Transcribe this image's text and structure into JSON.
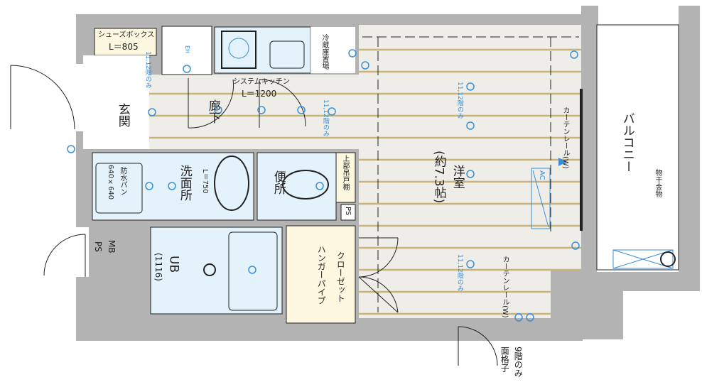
{
  "rooms": {
    "western_room": {
      "name": "洋室",
      "size": "(約7.3帖)"
    },
    "corridor": "廊下",
    "entrance": "玄関",
    "washroom": "洗面所",
    "toilet": "便所",
    "unit_bath": {
      "name": "UB",
      "size": "(1116)"
    },
    "closet": "クローゼット",
    "hanger_pipe": "ハンガーパイプ",
    "balcony": "バルコニー",
    "mb_ps": {
      "mb": "MB",
      "ps": "PS"
    },
    "ps": "PS"
  },
  "fixtures": {
    "shoe_box": {
      "name": "シューズボックス",
      "length": "L＝805"
    },
    "system_kitchen": {
      "name": "システムキッチン",
      "length": "L＝1200"
    },
    "fridge_space": "冷蔵庫置場",
    "vanity_length": "L＝750",
    "waterproof_pan": {
      "name": "防水パン",
      "size": "640×640"
    },
    "upper_cabinet": "上部吊戸棚",
    "curtain_rail_1": "カーテンレール(W)",
    "curtain_rail_2": "カーテンレール(W)",
    "clothes_hanger": "物干金物",
    "ac": "AC",
    "eh": "EH",
    "lattice_note": "9階のみ",
    "lattice": "面格子"
  },
  "notes": {
    "floor_note_1": "11,12階のみ",
    "floor_note_2": "11,12階のみ",
    "floor_note_3": "11,12階のみ",
    "floor_note_4": "11,12階のみ"
  },
  "colors": {
    "wall": "#b3b3b3",
    "floor": "#efede8",
    "wet_area": "#e3f2fb",
    "storage": "#fdf8df",
    "stripe": "#c8b47a",
    "symbol": "#3a8fd6"
  }
}
